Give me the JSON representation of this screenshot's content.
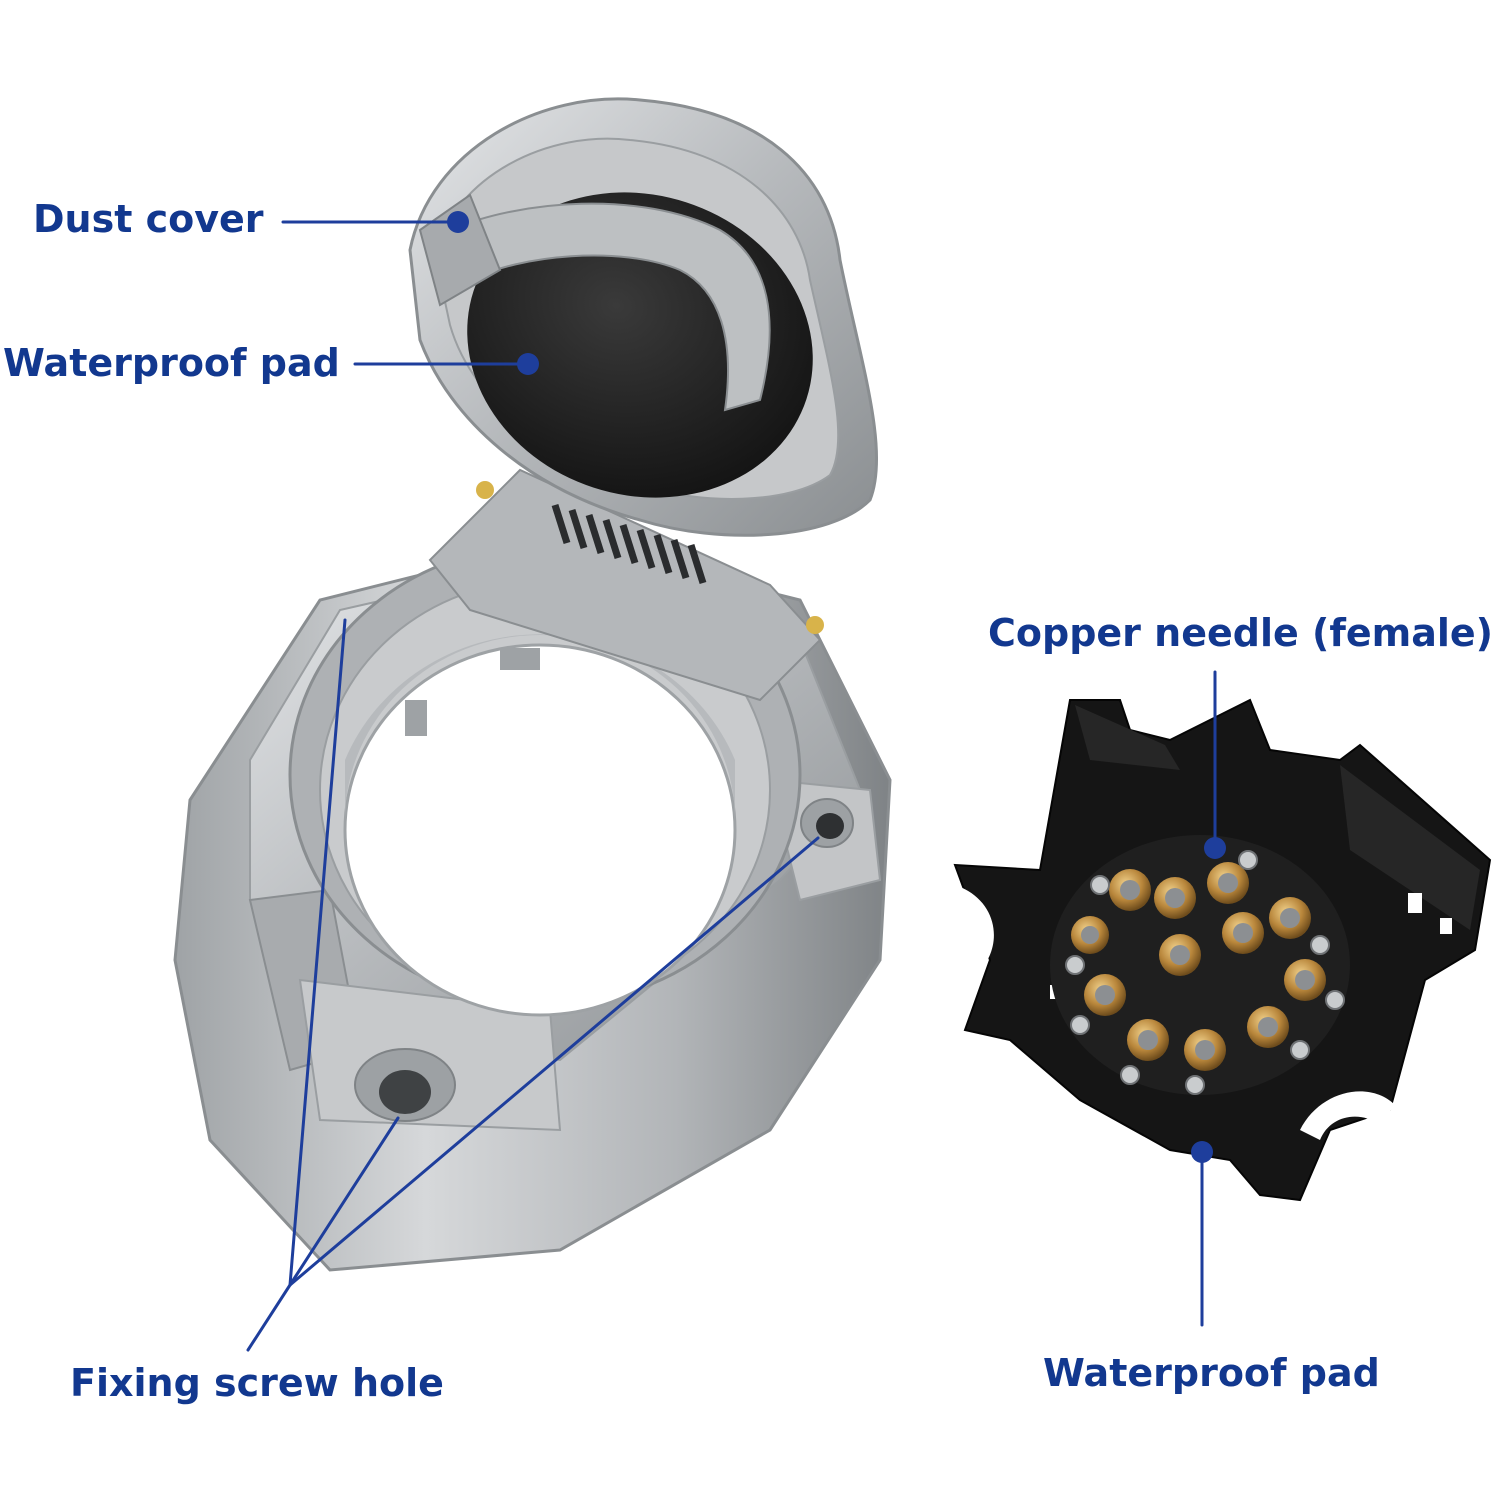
{
  "colors": {
    "label": "#12388f",
    "leader": "#1e3e9c",
    "background": "#ffffff",
    "aluminum": "#b9bcbf",
    "aluminum_dark": "#7f8386",
    "plastic": "#151515",
    "brass": "#b8863b"
  },
  "labels": {
    "dust_cover": "Dust cover",
    "waterproof_pad_left": "Waterproof pad",
    "copper_needle": "Copper needle (female)",
    "fixing_screw_hole": "Fixing screw hole",
    "waterproof_pad_right": "Waterproof pad"
  },
  "images": {
    "socket": "aluminium-socket-illustration",
    "insert": "pin-insert-illustration"
  }
}
